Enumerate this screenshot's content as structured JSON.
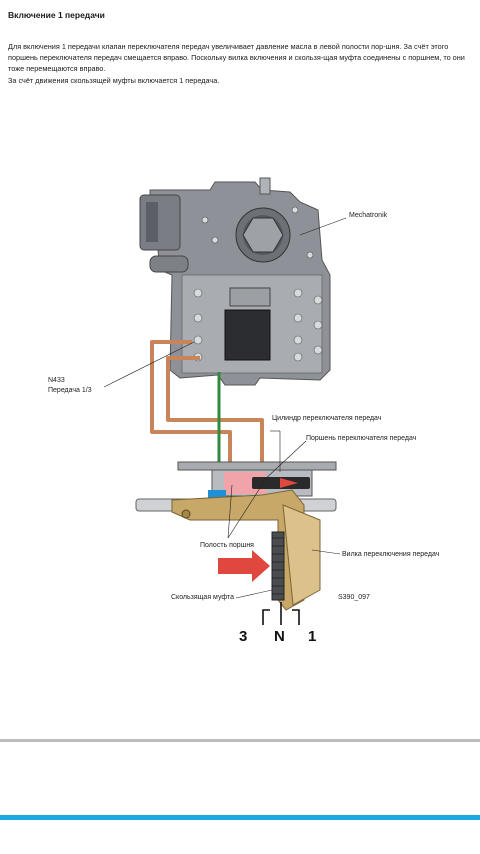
{
  "title": "Включение 1 передачи",
  "paragraphs": [
    "Для включения 1 передачи клапан переключателя передач увеличивает давление масла в левой полости пор-шня. За счёт этого поршень переключателя передач смещается вправо. Поскольку вилка включения и скользя-щая муфта соединены с поршнем, то они тоже перемещаются вправо.",
    "За счёт движения скользящей муфты включается 1 передача."
  ],
  "figure": {
    "labels": {
      "mechatronik": "Mechatronik",
      "n433_line1": "N433",
      "n433_line2": "Передача 1/3",
      "cylinder": "Цилиндр переключателя передач",
      "piston": "Поршень переключателя передач",
      "piston_cavity": "Полость поршня",
      "shift_fork": "Вилка переключения передач",
      "sliding_sleeve": "Скользящая муфта",
      "figure_code": "S390_097",
      "gear_3": "3",
      "gear_n": "N",
      "gear_1": "1"
    },
    "colors": {
      "housing": "#9a9da3",
      "oil_line": "#c8855a",
      "fork": "#c7a868",
      "arrow": "#e0483f",
      "sensor_green": "#2f8a3e",
      "blue_block": "#1f8fd6"
    }
  },
  "footer": {
    "accent_color": "#1ba9e2",
    "divider_color": "#bdbdbd"
  }
}
